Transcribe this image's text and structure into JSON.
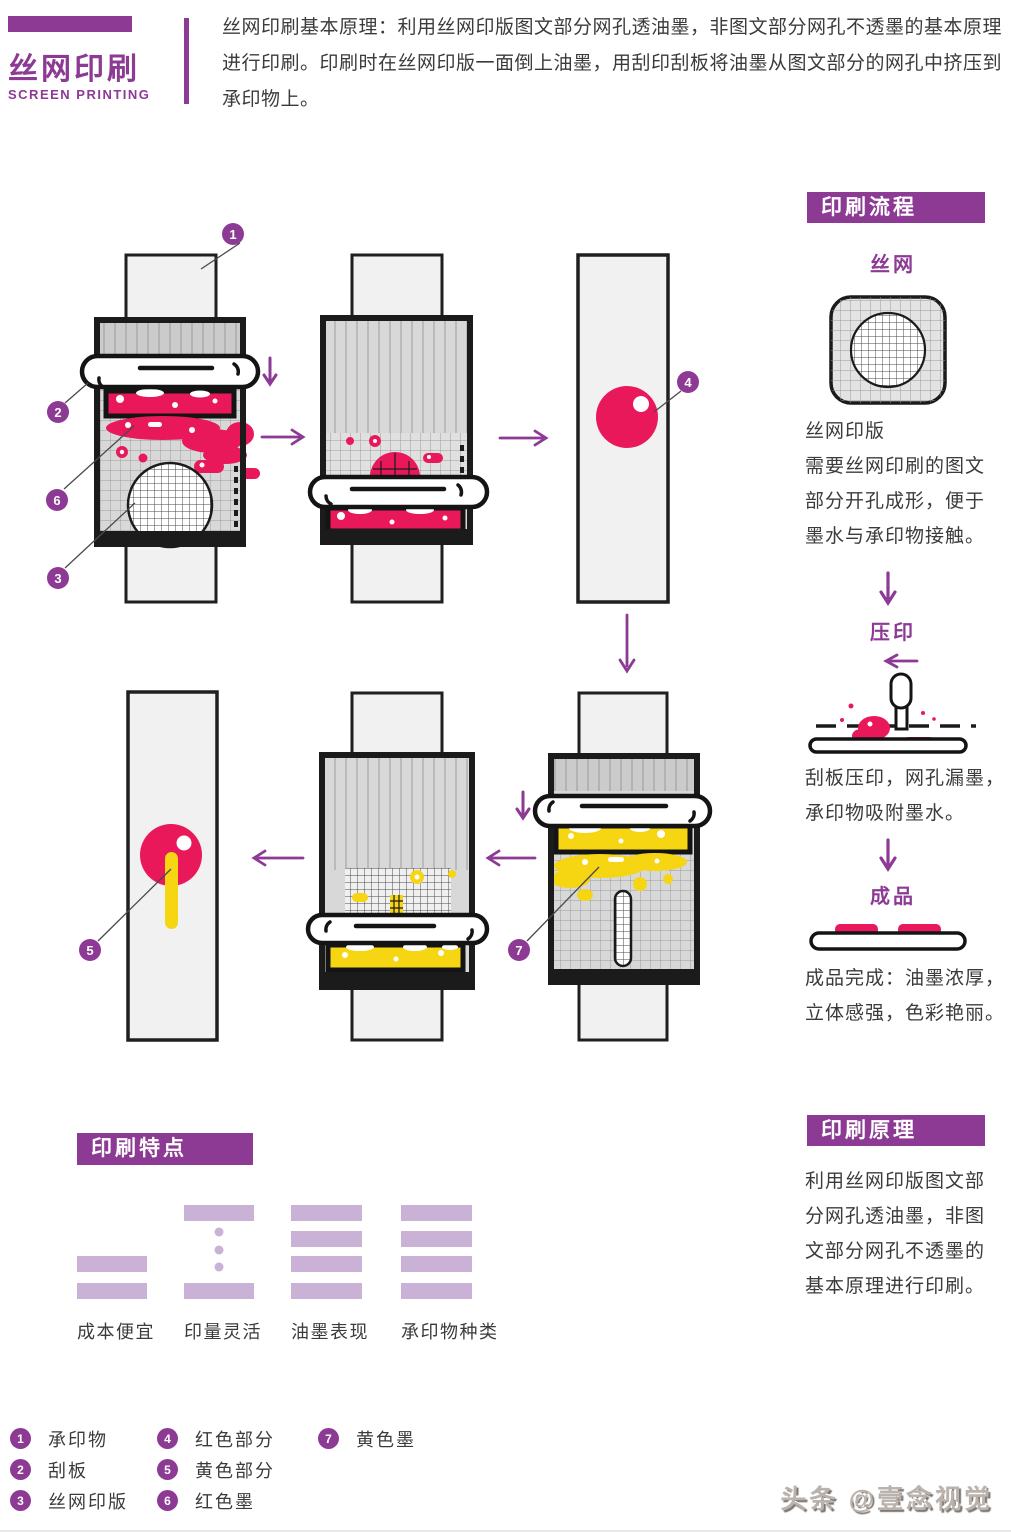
{
  "header": {
    "title": "丝网印刷",
    "subtitle": "SCREEN PRINTING",
    "description": "丝网印刷基本原理：利用丝网印版图文部分网孔透油墨，非图文部分网孔不透墨的基本原理\n进行印刷。印刷时在丝网印版一面倒上油墨，用刮印刮板将油墨从图文部分的网孔中挤压到\n承印物上。"
  },
  "process": {
    "heading": "印刷流程",
    "steps": [
      {
        "title": "丝网",
        "caption_title": "丝网印版",
        "caption": "需要丝网印刷的图文\n部分开孔成形，便于\n墨水与承印物接触。"
      },
      {
        "title": "压印",
        "caption": "刮板压印，网孔漏墨，\n承印物吸附墨水。"
      },
      {
        "title": "成品",
        "caption": "成品完成：油墨浓厚，\n立体感强，色彩艳丽。"
      }
    ]
  },
  "principle": {
    "heading": "印刷原理",
    "text": "利用丝网印版图文部\n分网孔透油墨，非图\n文部分网孔不透墨的\n基本原理进行印刷。"
  },
  "features": {
    "heading": "印刷特点",
    "items": [
      {
        "label": "成本便宜"
      },
      {
        "label": "印量灵活"
      },
      {
        "label": "油墨表现"
      },
      {
        "label": "承印物种类"
      }
    ]
  },
  "legend": {
    "items": [
      {
        "num": "1",
        "label": "承印物"
      },
      {
        "num": "2",
        "label": "刮板"
      },
      {
        "num": "3",
        "label": "丝网印版"
      },
      {
        "num": "4",
        "label": "红色部分"
      },
      {
        "num": "5",
        "label": "黄色部分"
      },
      {
        "num": "6",
        "label": "红色墨"
      },
      {
        "num": "7",
        "label": "黄色墨"
      }
    ]
  },
  "watermark": "头条 @壹念视觉",
  "colors": {
    "purple": "#8c3a94",
    "light_purple": "#c9b2d6",
    "pink": "#e9185b",
    "yellow": "#f6d513"
  }
}
